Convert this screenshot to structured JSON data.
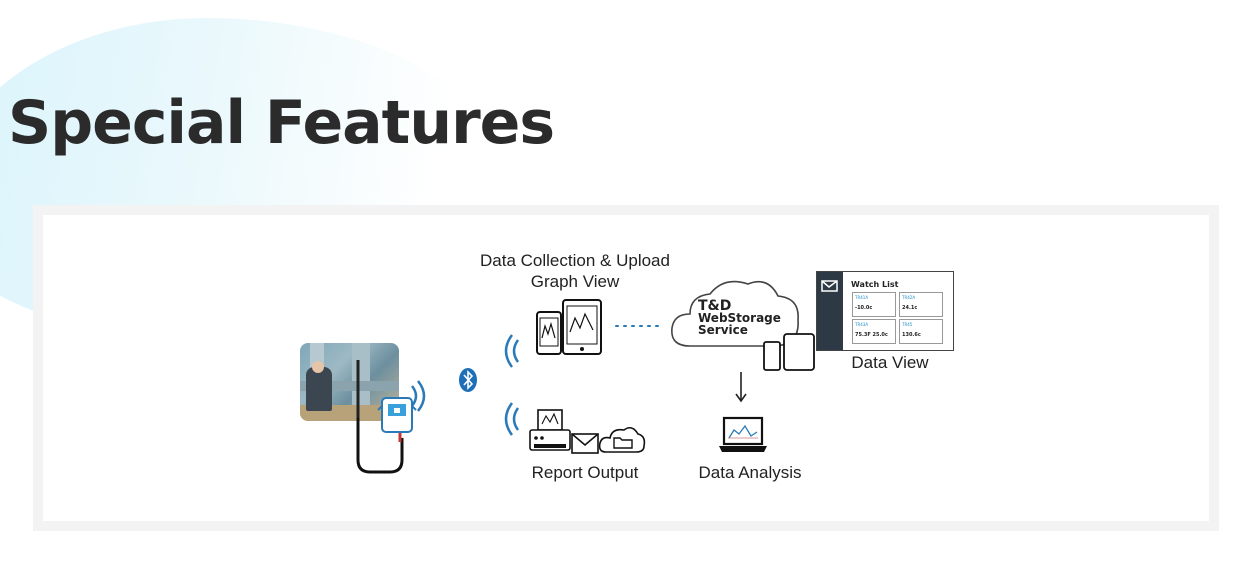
{
  "page": {
    "title": "Special Features"
  },
  "diagram": {
    "collection_label_line1": "Data Collection & Upload",
    "collection_label_line2": "Graph View",
    "report_label": "Report Output",
    "cloud": {
      "line1": "T&D",
      "line2": "WebStorage",
      "line3": "Service"
    },
    "data_view_label": "Data View",
    "analysis_label": "Data Analysis",
    "watch_list": {
      "title": "Watch List",
      "cells": [
        {
          "name": "TR41A",
          "value": "-10.0c"
        },
        {
          "name": "TR42A",
          "value": "24.1c"
        },
        {
          "name": "TR43A",
          "value": "75.3F 25.0c"
        },
        {
          "name": "TR45",
          "value": "130.6c"
        }
      ]
    },
    "icons": [
      "bluetooth-icon",
      "wireless-signal-icon",
      "smartphone-icon",
      "tablet-icon",
      "printer-icon",
      "email-icon",
      "folder-cloud-icon",
      "laptop-icon",
      "arrow-down-icon"
    ],
    "colors": {
      "signal": "#2a7ab8",
      "bluetooth": "#1d6fb8",
      "logger": "#3aa0dc"
    }
  }
}
